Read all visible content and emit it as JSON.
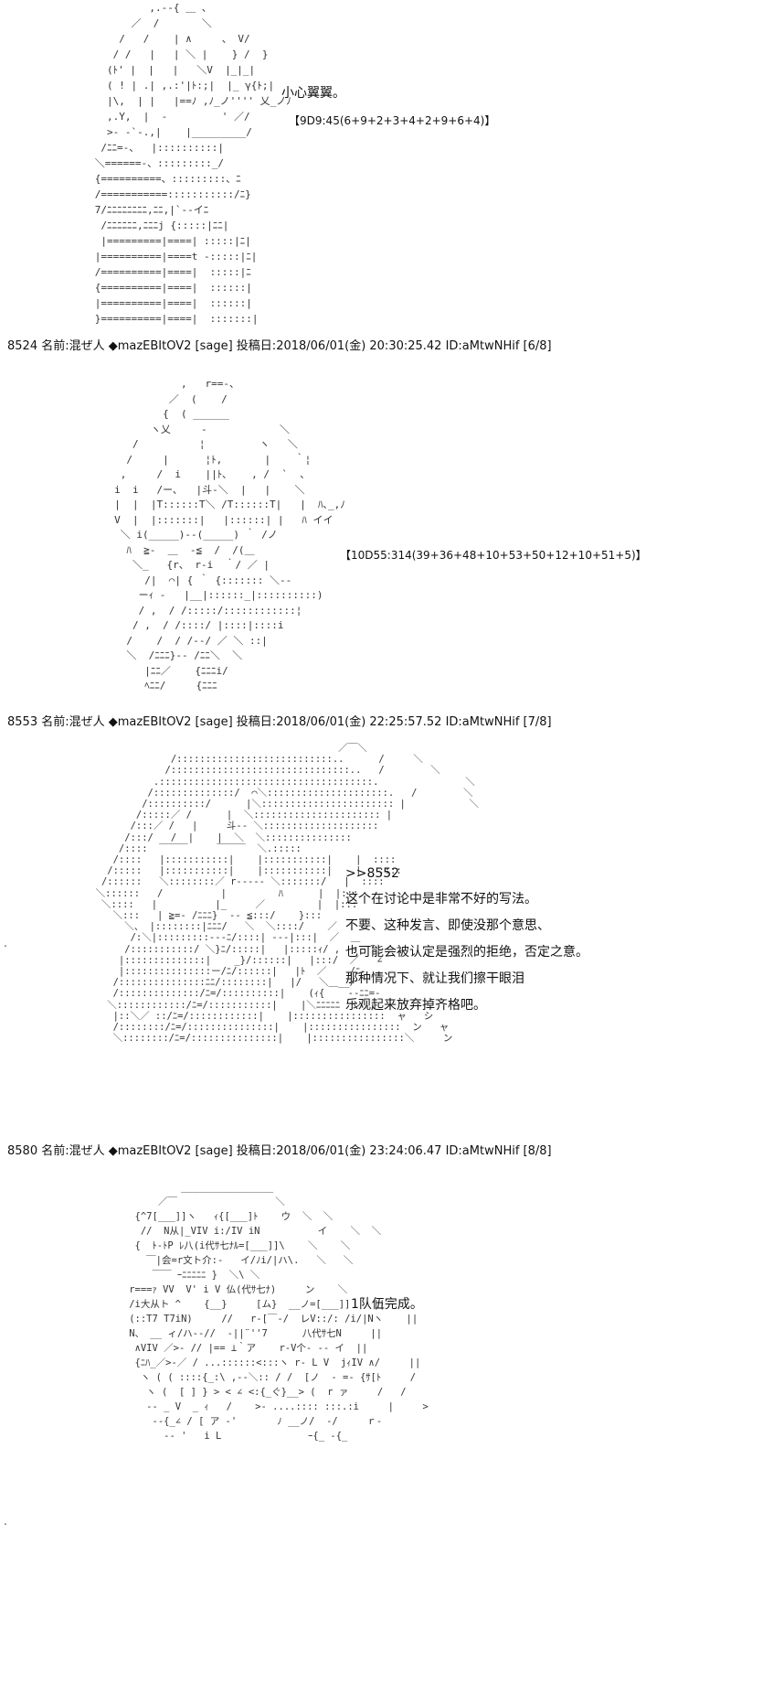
{
  "posts": [
    {
      "art": "               ,.-‐{ ＿ 、\n            ／  /       ＼\n          /   /    | ∧     、 V/\n         / /   |   | ＼ |    } /  }\n        (ﾄ' |  |   |   ＼V  |_|_|\n        ( ! | .| ,.:'|ﾄ:;|  |_ γ{ﾄ;|\n        |\\,  | |   |==ﾉ ,ﾉ_ノ'''' 乂_ノﾉ\n        ,.Y,  |  ‐         ' ／/\n        >- -`-.,|    |_________/\n       /ﾆﾆ=-、  |::::::::::|\n      ＼======-、:::::::::_/ \n      {==========、:::::::::、ﾆ\n      /===========:::::::::::/ﾆ}\n      7/ﾆﾆﾆﾆﾆﾆﾆﾆ,ﾆﾆ,|`‐‐イﾆ\n       /ﾆﾆﾆﾆﾆﾆ,ﾆﾆﾆj {:::::|ﾆﾆ|\n       |=========|====| :::::|ﾆ|\n      |==========|====t -:::::|ﾆ|\n      /==========|====|  :::::|ﾆ\n      {==========|====|  ::::::|\n      |==========|====|  ::::::|\n      }==========|====|  :::::::|",
      "dialogue": "小心翼翼。",
      "dice": "【9D9:45(6+9+2+3+4+2+9+6+4)】",
      "header": "8524 名前:混ぜ人 ◆mazEBItOV2 [sage] 投稿日:2018/06/01(金) 20:30:25.42 ID:aMtwNHif [6/8]"
    },
    {
      "art": "                ,   r==-、\n              ／  (    /\n             {  ( ______\n           ヽ乂     ‐            ＼\n        /          ¦         ヽ   ＼\n       /     |      ¦ﾄ,       |    ｀¦\n      ,     /  i    ||ﾄ､    , /  `  、\n     i  i   /ー､   |斗-＼  |   |    ＼\n     |  |  |T::::::T＼ /T::::::T|   |  ﾊ､_,ﾉ\n     V  |  |:::::::|   |::::::| |   ﾊ イイ\n      ＼ i(_____)‐‐(_____) ｀ /ノ\n       ﾊ  ≧-  ＿  -≦  /  /(＿\n        ＼_   {r、 r-i  ｀/ ／ |\n          /|  ⌒| { ｀ {::::::: ＼‐‐\n         ーｨ ‐   |__|::::::_|::::::::::)\n         / ,  / /:::::/::::::::::::¦\n        / ,  / /::::/ |::::|::::i\n       /    /  / /‐‐/ ／ ＼ ::|\n       ＼  /ﾆﾆﾆ}‐‐ /ﾆﾆ＼  ＼\n          |ﾆﾆ／    {ﾆﾆﾆi/\n          ﾍﾆﾆ/     {ﾆﾆﾆ",
      "dice": "【10D55:314(39+36+48+10+53+50+12+10+51+5)】",
      "header": "8553 名前:混ぜ人 ◆mazEBItOV2 [sage] 投稿日:2018/06/01(金) 22:25:57.52 ID:aMtwNHif [7/8]"
    },
    {
      "art": "                                            ／￣＼\n               /:::::::::::::::::::::::::::..      /     ＼\n              /:::::::::::::::::::::::::::::::..   /        ＼\n            .:::::::::::::::::::::::::::::::::::::.               ＼\n           /::::::::::::::/  ⌒＼:::::::::::::::::::::.   /        ＼\n          /::::::::::/      |＼::::::::::::::::::::::: |           ＼\n         /:::::／ /      |  ＼:::::::::::::::::::::: |\n        /:::／ /   |     斗‐‐ ＼::::::::::::::::::::\n       /:::/   /  |    |  ＼  ＼:::::::::::::::\n      /::::  ￣￣￣     ￣￣￣  ＼.:::::\n     /::::   |:::::::::::|    |:::::::::::|    |  ::::\n    /:::::   |:::::::::::|    |:::::::::::|    |   ::::\n   /::::::   ＼::::::::／ r‐‐‐‐- ＼:::::::/   |  ::::\n  ＼::::::   /          |         ﾊ      |  |:::\n   ＼::::   |          |_     ／         |  |:::\n     ＼:::   | ≧=- /ﾆﾆﾆ}  ‐‐ ≦:::/    }:::\n       ＼、 |::::::::|ﾆﾆﾆ/   ＼  ＼::::/    ／\n        /:＼|:::::::::‐‐-ﾆ/::::| ‐‐‐|:::|  ／  ＿\n       /:::::::::::/ ＼}ﾆ/:::::|   |:::::ｨ/ ,  -  ″\n      |::::::::::::::|    _}/::::::|   |:::/  ／   ∠\n      |:::::::::::::::ー/ﾆ/::::::|   |ﾄ  ／    /ﾆ-\n     /:::::::::::::::ﾆﾆ/::::::::|   |/   ＼＿__/\n     /::::::::::::::/ﾆ=/::::::::::|    (ｨ{    --ﾆﾆ=-\n    ＼::::::::::::/ﾆ=/:::::::::::|    |＼ﾆﾆﾆﾆﾆ  シ\n     |::＼／ ::/ﾆ=/::::::::::::|    |::::::::::::::::  ャ   シ\n     /::::::::/ﾆ=/:::::::::::::::|    |::::::::::::::::  ン   ャ\n     ＼::::::::/ﾆ=/:::::::::::::::|    |::::::::::::::::＼     ン",
      "reply": ">>8552",
      "dialogue": [
        "这个在讨论中是非常不好的写法。",
        "不要、这种发言、即使没那个意思、",
        "也可能会被认定是强烈的拒绝，否定之意。",
        "那种情况下、就让我们擦干眼泪",
        "乐观起来放弃掉齐格吧。"
      ],
      "header": "8580 名前:混ぜ人 ◆mazEBItOV2 [sage] 投稿日:2018/06/01(金) 23:24:06.47 ID:aMtwNHif [8/8]"
    },
    {
      "art": "                   ________________\n               ／￣                 ＼\n           {^7[___]]ヽ   ｨ{[___]ﾄ    ウ  ＼  ＼\n            //  N从|_VIV i:/IV iN          イ    ＼  ＼\n           {  ﾄ-ﾄP ﾚ八(i代ｻ七ﾅﾙ=[___]]\\    ＼    ＼\n             ￣|会=r文ト介:-   イ/ﾉi/|ハ\\.   ＼   ＼\n              ￣￣ ｰﾆﾆﾆﾆﾆ }  ＼\\ ＼\n          r===ｧ VV  V' i V 仏(代ｻ七ﾅ)     ン    ＼\n          /i大从ト ^    {__}     [ム}  __ノ=[___]]    ||\n          (::T7 T7iN)     //   r‐[￣‐/  レV::/: /i/|Nヽ    ||\n          N、 __ ィ/ハ‐‐//  ‐||¨''7      八代ｻ七N     ||\n           ∧VIV ／>- // |== ⊥｀ア    r‐V个- ‐‐ イ  ||\n           {ﾆﾊ_／>-／ / ...::::::<:::ヽ r‐ L V  jｨIV ∧/     ||\n            ヽ ( ( ::::{_:\\ ,‐‐＼:: / /  [ノ  ‐ =- {ｻ[ﾄ     /\n             ヽ (  [ ] } > < ∠ <:{_ぐ}__> (  r ァ     /   /\n             ‐‐ _ V  _ ｨ   /    >- ....:::: :::.:i     |     >\n              ‐‐{_∠ / [ ア ‐'       ﾉ __ノ/  ‐/     ｒ‐\n                ‐‐ '   i L               ｰ{_ ‐{_",
      "dialogue": "1队伍完成。"
    }
  ]
}
